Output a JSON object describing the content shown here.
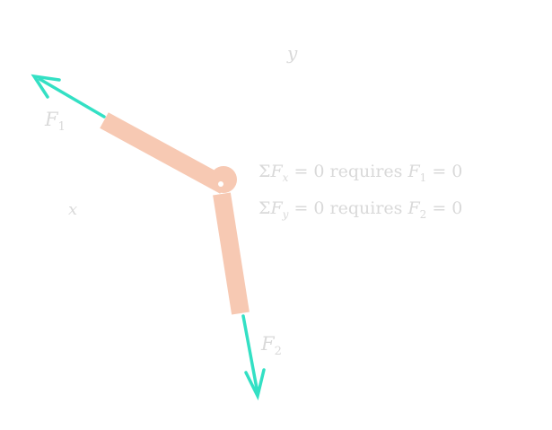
{
  "diagram": {
    "axis_y_label": "y",
    "axis_x_label": "x",
    "force1": {
      "symbol": "F",
      "subscript": "1"
    },
    "force2": {
      "symbol": "F",
      "subscript": "2"
    },
    "eq1": {
      "sum": "Σ",
      "var": "F",
      "var_sub": "x",
      "mid": " = 0 requires ",
      "res": "F",
      "res_sub": "1",
      "end": " = 0"
    },
    "eq2": {
      "sum": "Σ",
      "var": "F",
      "var_sub": "y",
      "mid": " = 0 requires ",
      "res": "F",
      "res_sub": "2",
      "end": " = 0"
    },
    "colors": {
      "member": "#f7c9b3",
      "arrow": "#33e0c4",
      "text": "#d9d9d9"
    }
  }
}
